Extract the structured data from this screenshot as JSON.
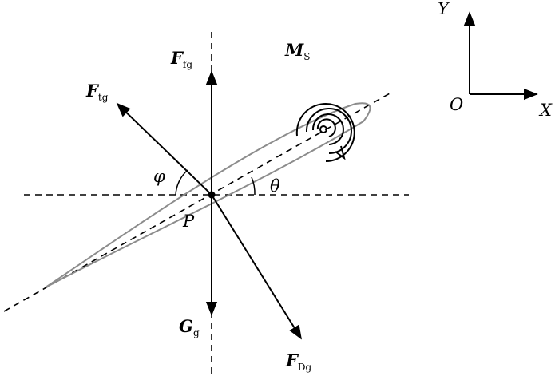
{
  "labels": {
    "F_fg": {
      "main": "F",
      "sub": "fg"
    },
    "F_tg": {
      "main": "F",
      "sub": "tg"
    },
    "M_s": {
      "main": "M",
      "sub": "S"
    },
    "G_g": {
      "main": "G",
      "sub": "g"
    },
    "F_Dg": {
      "main": "F",
      "sub": "Dg"
    },
    "phi": "φ",
    "theta": "θ",
    "P": "P"
  },
  "axes": {
    "y": "Y",
    "x": "X",
    "origin": "O"
  },
  "colors": {
    "ink": "#000000",
    "body_outline": "#8c8c8c"
  }
}
